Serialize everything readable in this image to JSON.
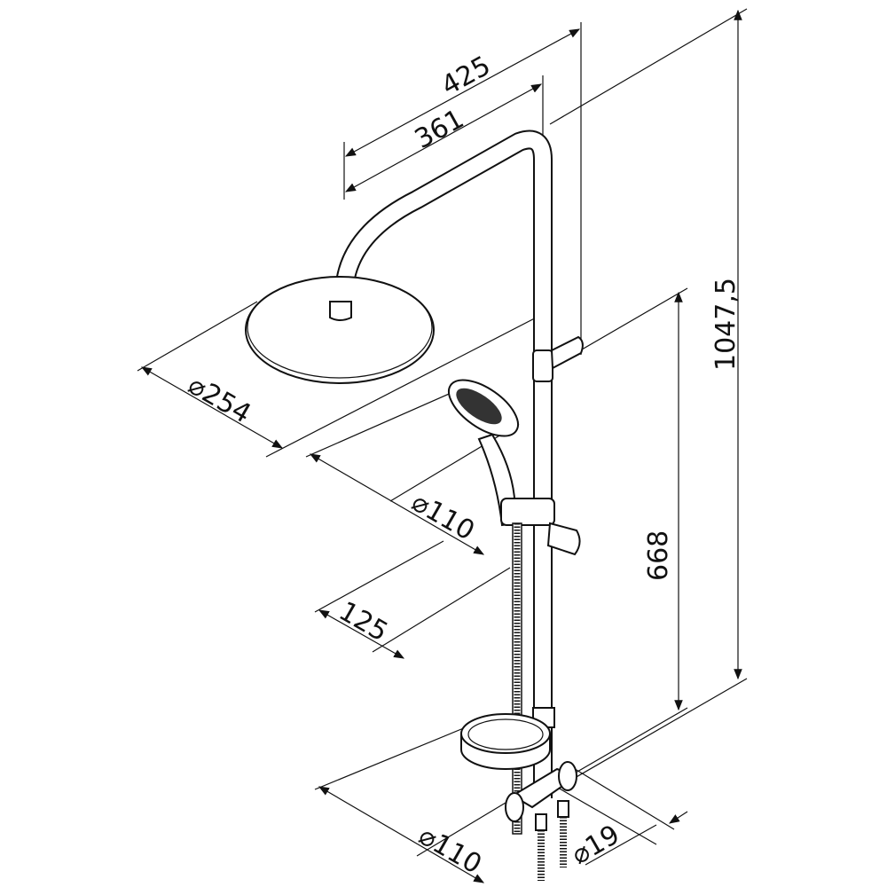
{
  "title": "Shower system dimension drawing",
  "dimensions": {
    "arm_outer": "425",
    "arm_inner": "361",
    "overhead_diameter": "⌀254",
    "hand_shower_diameter": "⌀110",
    "hand_shower_offset": "125",
    "rail_height": "668",
    "total_height": "1047,5",
    "soap_dish_diameter": "⌀110",
    "connector_diameter": "⌀19"
  },
  "colors": {
    "line": "#111111",
    "background": "#ffffff"
  }
}
